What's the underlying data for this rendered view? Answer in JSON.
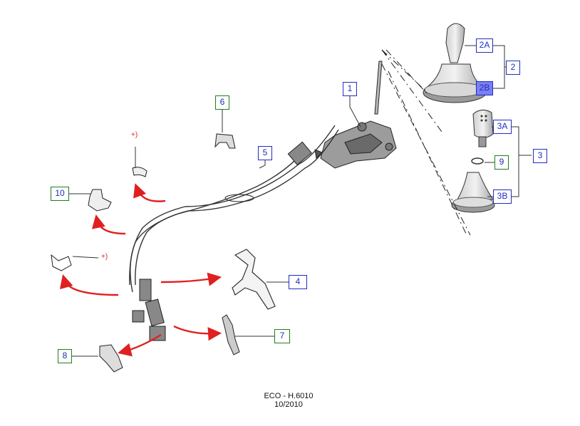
{
  "callouts": {
    "c1": "1",
    "c2": "2",
    "c2a": "2A",
    "c2b": "2B",
    "c3": "3",
    "c3a": "3A",
    "c3b": "3B",
    "c4": "4",
    "c5": "5",
    "c6": "6",
    "c7": "7",
    "c8": "8",
    "c9": "9",
    "c10": "10"
  },
  "markers": {
    "plus_top": "+)",
    "plus_mid": "+)"
  },
  "footer": {
    "code": "ECO - H.6010",
    "date": "10/2010"
  },
  "colors": {
    "callout_blue": "#1f2fbf",
    "callout_green": "#1e7d1e",
    "selected_fill": "#7b7ff2",
    "arrow_red": "#e02020"
  }
}
